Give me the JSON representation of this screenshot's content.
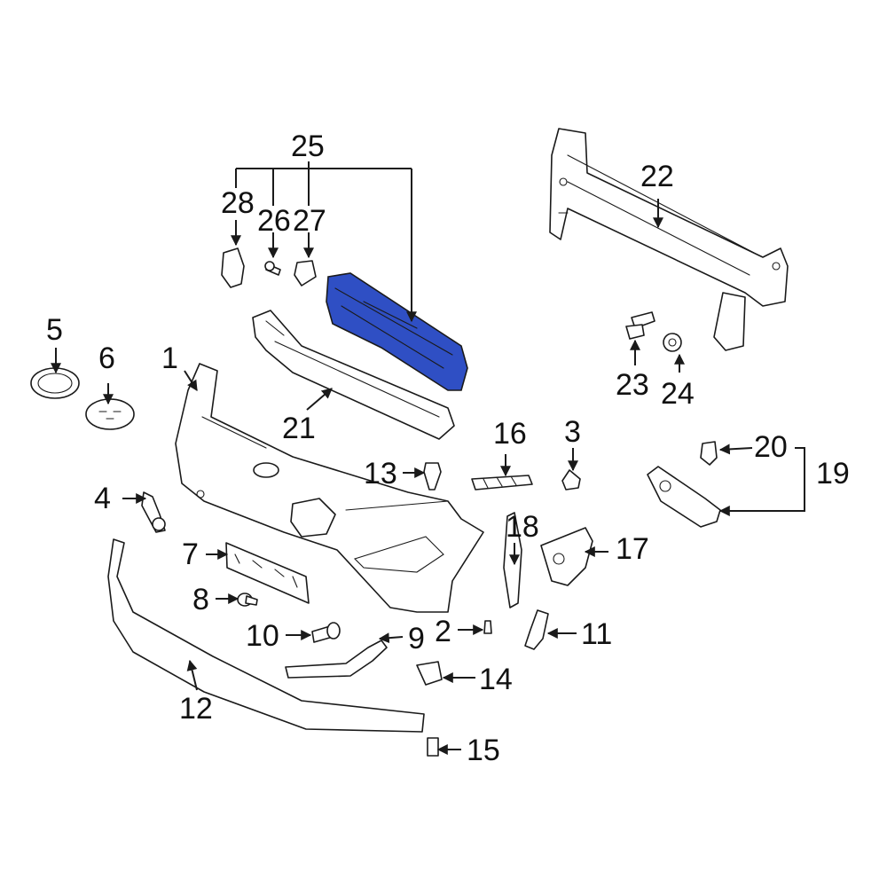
{
  "highlight_color": "#2f4fc4",
  "highlighted_part": "25",
  "callouts": {
    "c1": "1",
    "c2": "2",
    "c3": "3",
    "c4": "4",
    "c5": "5",
    "c6": "6",
    "c7": "7",
    "c8": "8",
    "c9": "9",
    "c10": "10",
    "c11": "11",
    "c12": "12",
    "c13": "13",
    "c14": "14",
    "c15": "15",
    "c16": "16",
    "c17": "17",
    "c18": "18",
    "c19": "19",
    "c20": "20",
    "c21": "21",
    "c22": "22",
    "c23": "23",
    "c24": "24",
    "c25": "25",
    "c26": "26",
    "c27": "27",
    "c28": "28"
  }
}
